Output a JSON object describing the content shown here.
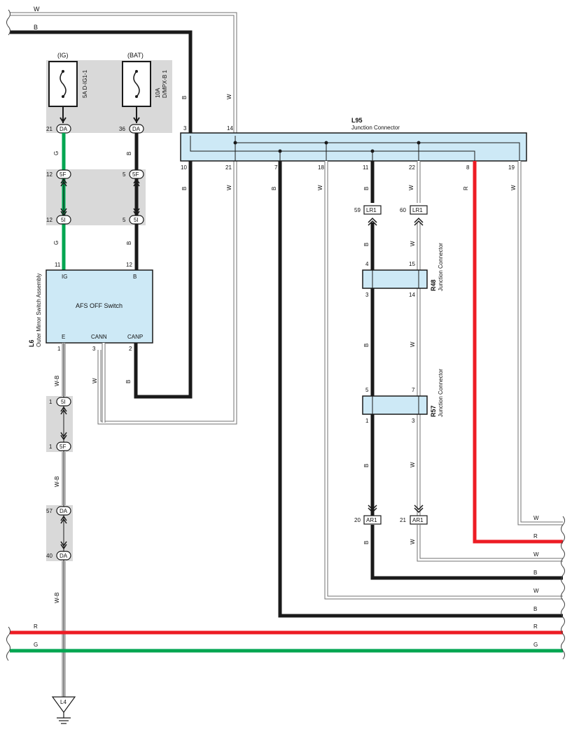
{
  "colors": {
    "black": "#1a1a1a",
    "green": "#00a651",
    "red": "#ed1c24",
    "white_wire": "#ffffff",
    "white_outline": "#707070",
    "junction_fill": "#cde9f6",
    "fuse_bg": "#d9d9d9"
  },
  "top_wires": {
    "w": "W",
    "b": "B"
  },
  "fuses": {
    "ig": {
      "source": "(IG)",
      "rating": "5A D-IG1-1",
      "pin": "21",
      "conn": "DA"
    },
    "bat": {
      "source": "(BAT)",
      "rating_line1": "10A",
      "rating_line2": "D/MPX-B 1",
      "pin": "36",
      "conn": "DA"
    }
  },
  "col_left": {
    "wire_g": "G",
    "wire_b": "B",
    "c5f_left_pin": "12",
    "c5f_right_pin": "5",
    "c5f": "5F",
    "c5i_left_pin": "12",
    "c5i_right_pin": "5",
    "c5i": "5I"
  },
  "switch": {
    "name": "AFS OFF Switch",
    "ref": "L6",
    "assembly": "Outer Mirror Switch Assembly",
    "pin_ig": "IG",
    "pin_ig_num": "11",
    "pin_b": "B",
    "pin_b_num": "12",
    "pin_e": "E",
    "pin_e_num": "1",
    "pin_cann": "CANN",
    "pin_cann_num": "3",
    "pin_canp": "CANP",
    "pin_canp_num": "2"
  },
  "lower_left": {
    "wire_wb": "W-B",
    "wire_w": "W",
    "wire_b": "B",
    "c5i_pin": "1",
    "c5i": "5I",
    "c5f_pin": "1",
    "c5f": "5F",
    "da57_pin": "57",
    "da40_pin": "40",
    "da": "DA",
    "ground": "L4"
  },
  "l95": {
    "ref": "L95",
    "name": "Junction Connector",
    "top_pins": [
      "3",
      "14"
    ],
    "bottom_pins": [
      "10",
      "21",
      "7",
      "18",
      "11",
      "22",
      "8",
      "19"
    ],
    "wires": [
      "B",
      "W",
      "B",
      "W",
      "B",
      "W",
      "R",
      "W"
    ],
    "top_wires": [
      "B",
      "W"
    ]
  },
  "lr1": {
    "left_pin": "59",
    "right_pin": "60",
    "conn": "LR1"
  },
  "r48": {
    "ref": "R48",
    "name": "Junction Connector",
    "top_pins": [
      "4",
      "15"
    ],
    "bottom_pins": [
      "3",
      "14"
    ]
  },
  "r57": {
    "ref": "R57",
    "name": "Junction Connector",
    "top_pins": [
      "5",
      "7"
    ],
    "bottom_pins": [
      "1",
      "3"
    ]
  },
  "ar1": {
    "left_pin": "20",
    "right_pin": "21",
    "conn": "AR1"
  },
  "mid_wires": {
    "b": "B",
    "w": "W"
  },
  "right_labels": [
    "W",
    "R",
    "W",
    "B",
    "W",
    "B",
    "R",
    "G"
  ]
}
